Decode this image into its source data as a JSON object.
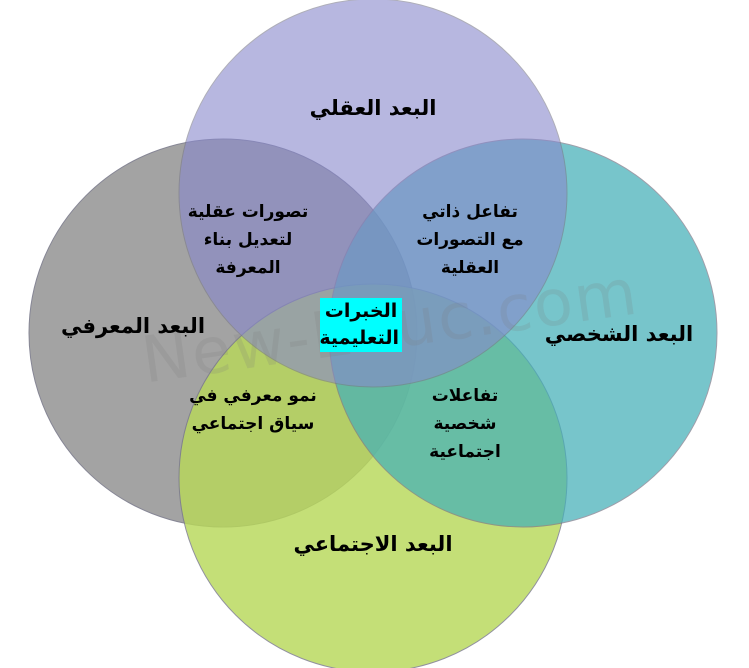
{
  "colors": {
    "top": "#8888cc",
    "right": "#44b0b8",
    "bottom": "#b8d85a",
    "left": "#9a9a9a",
    "center_highlight": "#00ffff"
  },
  "circles": {
    "top": "البعد العقلي",
    "right": "البعد الشخصي",
    "bottom": "البعد الاجتماعي",
    "left": "البعد المعرفي"
  },
  "overlaps": {
    "top_left": "تصورات عقلية\nلتعديل بناء\nالمعرفة",
    "top_right": "تفاعل ذاتي\nمع التصورات\nالعقلية",
    "bottom_left": "نمو معرفي في\nسياق اجتماعي",
    "bottom_right": "تفاعلات\nشخصية\nاجتماعية"
  },
  "center": "الخبرات\nالتعليمية",
  "watermark": "New-Educ.com"
}
